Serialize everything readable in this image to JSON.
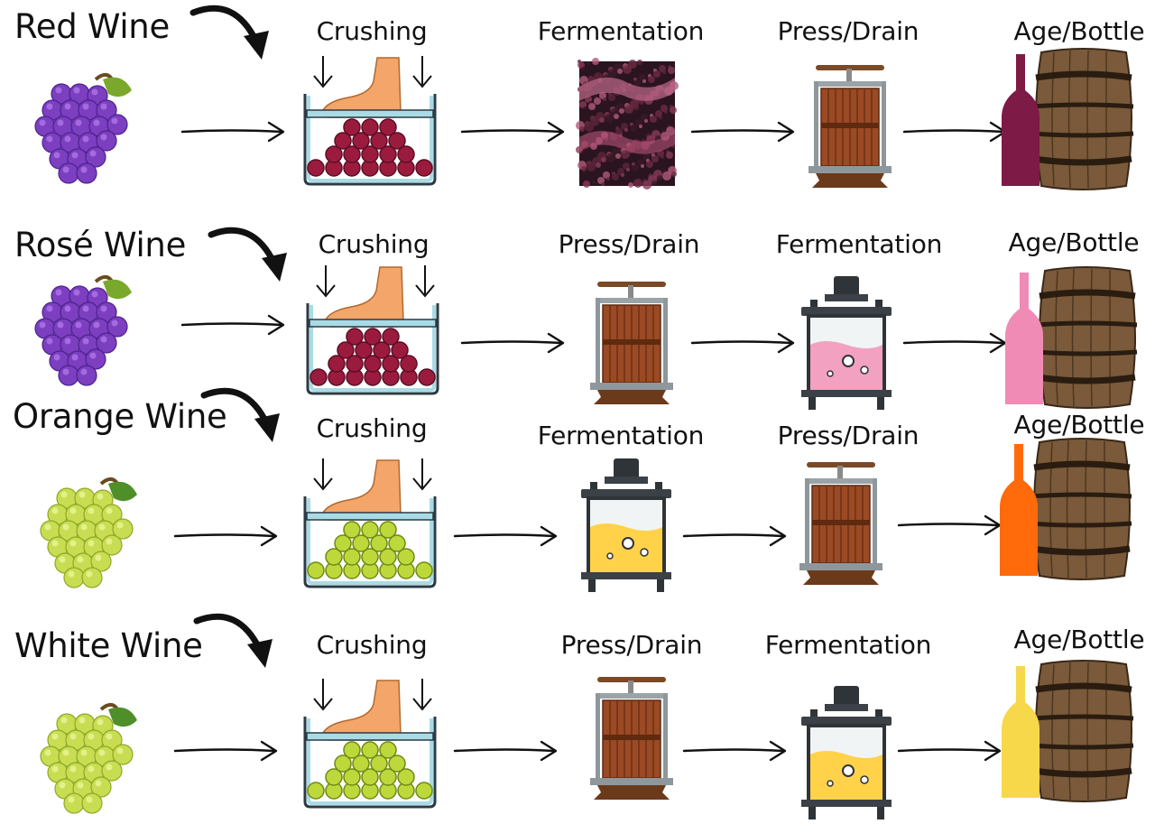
{
  "colors": {
    "red_grape": "#7b3fbf",
    "white_grape": "#c8dd52",
    "red_berry": "#9b1b3f",
    "green_berry": "#bcd83a",
    "foot": "#f4a56a",
    "tub_frame": "#a9dbe6",
    "press_wood": "#9a4a24",
    "barrel": "#7a5a3a",
    "bottle_red": "#7d1a45",
    "bottle_rose": "#f08bb5",
    "bottle_orange": "#ff6a0a",
    "bottle_white": "#f7d84a",
    "ferment_pink": "#f3a1c0",
    "ferment_yellow": "#ffd24a"
  },
  "rows": [
    {
      "title": "Red Wine",
      "grape": "purple",
      "bottle": "bottle_red",
      "steps": [
        {
          "label": "Crushing",
          "icon": "crusher-icon",
          "berry": "red_berry"
        },
        {
          "label": "Fermentation",
          "icon": "fermenting-must-photo"
        },
        {
          "label": "Press/Drain",
          "icon": "wine-press-icon"
        },
        {
          "label": "Age/Bottle",
          "icon": "barrel-and-bottle-icon"
        }
      ]
    },
    {
      "title": "Rosé Wine",
      "grape": "purple",
      "bottle": "bottle_rose",
      "steps": [
        {
          "label": "Crushing",
          "icon": "crusher-icon",
          "berry": "red_berry"
        },
        {
          "label": "Press/Drain",
          "icon": "wine-press-icon"
        },
        {
          "label": "Fermentation",
          "icon": "fermentation-tank-icon",
          "fill": "ferment_pink"
        },
        {
          "label": "Age/Bottle",
          "icon": "barrel-and-bottle-icon"
        }
      ]
    },
    {
      "title": "Orange Wine",
      "grape": "green",
      "bottle": "bottle_orange",
      "steps": [
        {
          "label": "Crushing",
          "icon": "crusher-icon",
          "berry": "green_berry"
        },
        {
          "label": "Fermentation",
          "icon": "fermentation-tank-icon",
          "fill": "ferment_yellow"
        },
        {
          "label": "Press/Drain",
          "icon": "wine-press-icon"
        },
        {
          "label": "Age/Bottle",
          "icon": "barrel-and-bottle-icon"
        }
      ]
    },
    {
      "title": "White Wine",
      "grape": "green",
      "bottle": "bottle_white",
      "steps": [
        {
          "label": "Crushing",
          "icon": "crusher-icon",
          "berry": "green_berry"
        },
        {
          "label": "Press/Drain",
          "icon": "wine-press-icon"
        },
        {
          "label": "Fermentation",
          "icon": "fermentation-tank-icon",
          "fill": "ferment_yellow"
        },
        {
          "label": "Age/Bottle",
          "icon": "barrel-and-bottle-icon"
        }
      ]
    }
  ]
}
